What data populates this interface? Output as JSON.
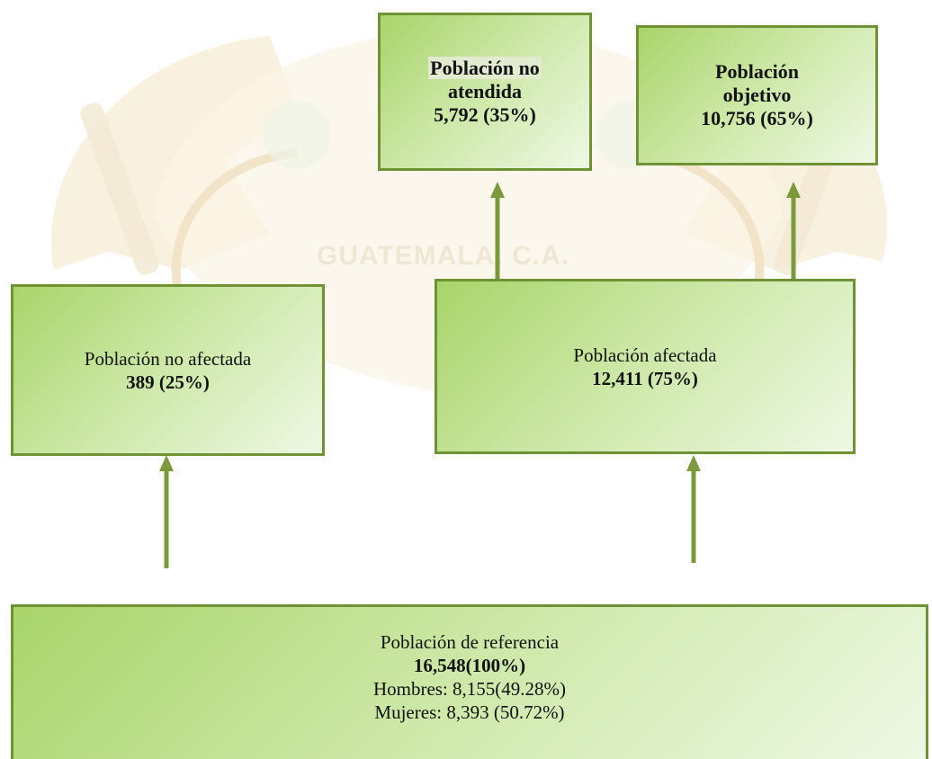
{
  "watermark": {
    "text": "GUATEMALA, C.A."
  },
  "boxes": {
    "no_atendida": {
      "title_line1": "Población no",
      "title_line2": "atendida",
      "value": "5,792 (35%)"
    },
    "objetivo": {
      "title_line1": "Población",
      "title_line2": "objetivo",
      "value": "10,756 (65%)"
    },
    "no_afectada": {
      "title": "Población no afectada",
      "value": "389 (25%)"
    },
    "afectada": {
      "title": "Población afectada",
      "value": "12,411 (75%)"
    },
    "referencia": {
      "title": "Población de referencia",
      "value": "16,548(100%)",
      "men": "Hombres: 8,155(49.28%)",
      "women": "Mujeres: 8,393 (50.72%)"
    }
  },
  "colors": {
    "border": "#6f9235",
    "fill_dark": "#a9d46a",
    "fill_light": "#eef8e4",
    "arrow": "#7a9a3c"
  }
}
